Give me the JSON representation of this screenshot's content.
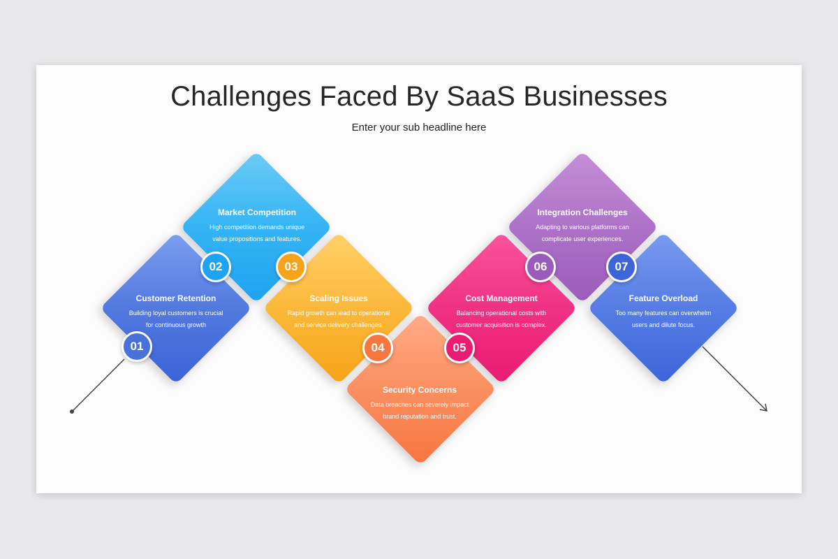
{
  "header": {
    "title": "Challenges Faced By SaaS Businesses",
    "subtitle": "Enter your sub headline here"
  },
  "items": [
    {
      "number": "01",
      "title": "Customer Retention",
      "desc1": "Building loyal customers is crucial",
      "desc2": "for continuous growth",
      "color": "#4a70dc"
    },
    {
      "number": "02",
      "title": "Market Competition",
      "desc1": "High competition demands unique",
      "desc2": "value propositions and features.",
      "color": "#1ea3f2"
    },
    {
      "number": "03",
      "title": "Scaling Issues",
      "desc1": "Rapid growth can lead to operational",
      "desc2": "and service delivery challenges.",
      "color": "#f6a31a"
    },
    {
      "number": "04",
      "title": "Security Concerns",
      "desc1": "Data breaches can severely impact",
      "desc2": "brand reputation and trust.",
      "color": "#f6763f"
    },
    {
      "number": "05",
      "title": "Cost Management",
      "desc1": "Balancing operational costs with",
      "desc2": "customer acquisition is complex.",
      "color": "#e91c6f"
    },
    {
      "number": "06",
      "title": "Integration Challenges",
      "desc1": "Adapting to various platforms can",
      "desc2": "complicate user experiences.",
      "color": "#9b5bbb"
    },
    {
      "number": "07",
      "title": "Feature Overload",
      "desc1": "Too many features can overwhelm",
      "desc2": "users and dilute focus.",
      "color": "#3d64d9"
    }
  ]
}
